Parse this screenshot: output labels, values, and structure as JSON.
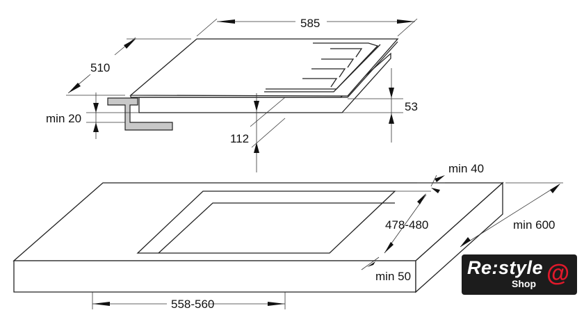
{
  "dimensions": {
    "width": "585",
    "depth": "510",
    "min_gap": "min 20",
    "total_height": "112",
    "hob_height": "53",
    "min_back": "min 40",
    "cutout_depth": "478-480",
    "min_worktop_depth": "min 600",
    "min_front": "min 50",
    "cutout_width": "558-560"
  },
  "logo": {
    "brand": "Re:style",
    "sub": "Shop",
    "symbol": "@"
  },
  "colors": {
    "logo_bg": "#1c1c1c",
    "logo_accent": "#e0192b",
    "bracket": "#c8c8c8"
  }
}
